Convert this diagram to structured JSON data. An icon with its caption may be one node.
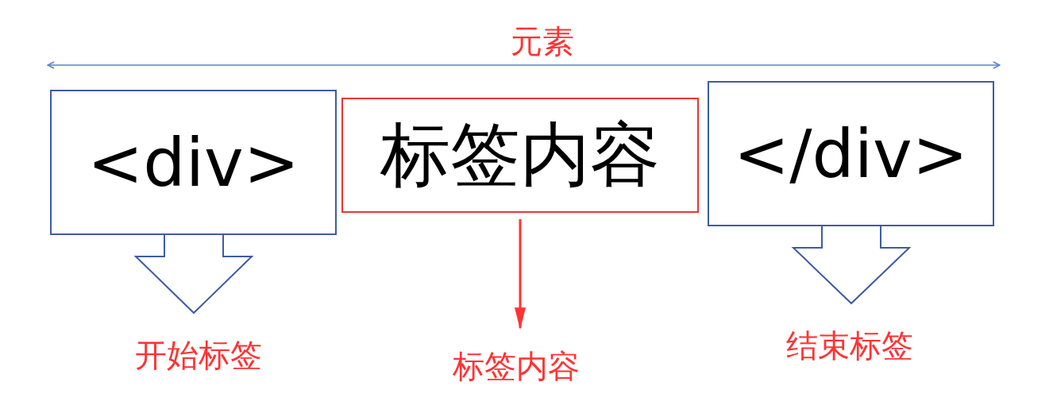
{
  "diagram": {
    "nodes": [
      {
        "text": [
          "<div>"
        ]
      },
      {
        "text": [
          "标签内容"
        ]
      },
      {
        "text": [
          "</div>"
        ]
      },
      {
        "text": [
          "开始标签"
        ]
      },
      {
        "text": [
          "标签内容"
        ]
      },
      {
        "text": [
          "结束标签"
        ]
      }
    ],
    "edges": [
      {
        "from": 0,
        "to": 3,
        "arrow": "to"
      },
      {
        "from": 1,
        "to": 4,
        "arrow": "to",
        "color": "#ff3333"
      },
      {
        "from": 2,
        "to": 5,
        "arrow": "to"
      }
    ],
    "labels": [
      "元素"
    ]
  }
}
